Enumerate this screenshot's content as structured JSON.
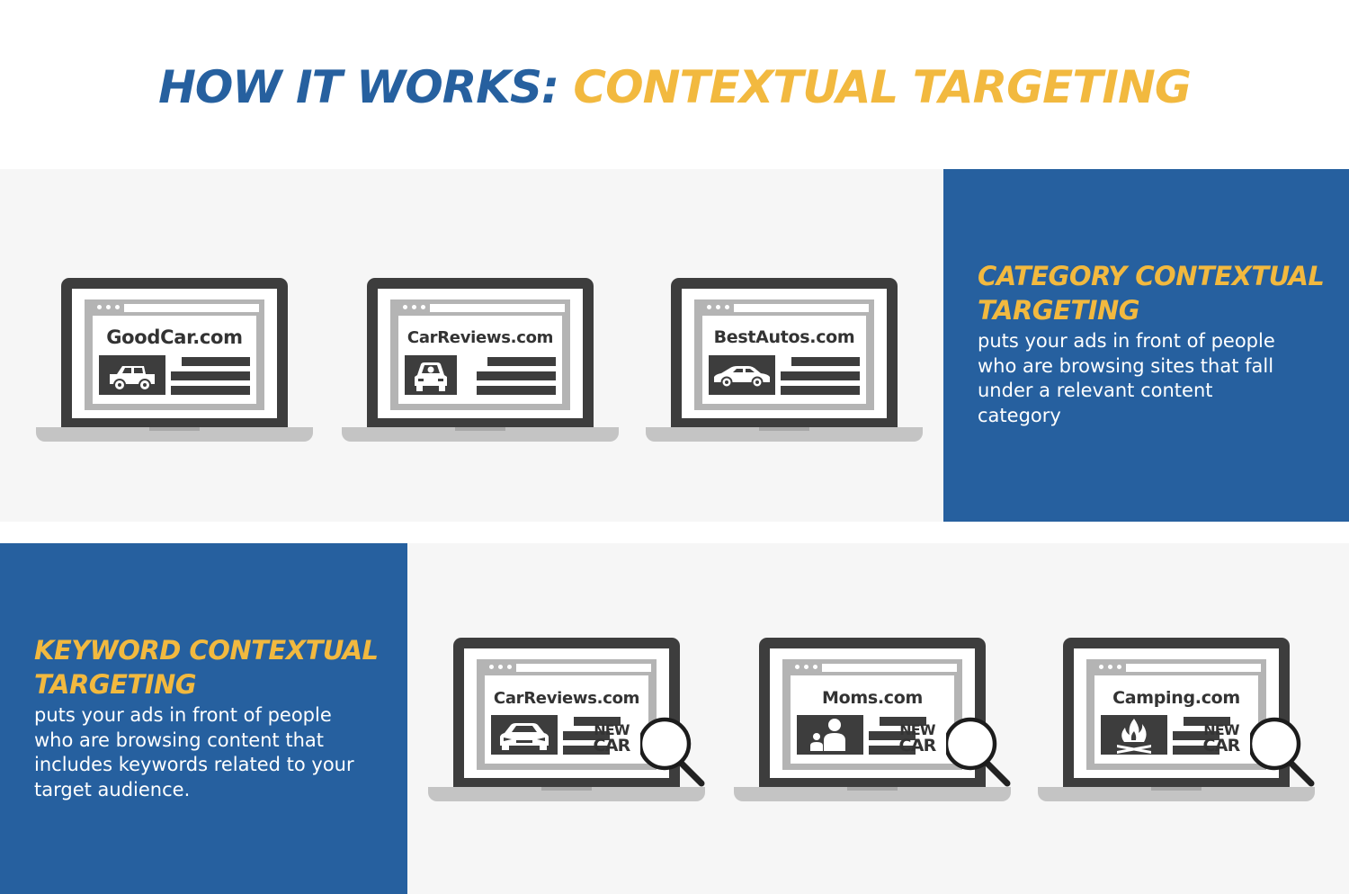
{
  "header": {
    "title_part1": "HOW IT WORKS: ",
    "title_part2": "CONTEXTUAL TARGETING"
  },
  "colors": {
    "brand_blue": "#26609f",
    "accent_gold": "#f2b93f",
    "device_dark": "#3d3d3d",
    "device_light": "#b4b4b4",
    "band_bg": "#f6f6f6"
  },
  "category_section": {
    "heading_line1": "CATEGORY CONTEXTUAL",
    "heading_line2": "TARGETING",
    "body_lines": [
      "puts your ads in front of people",
      "who are browsing sites that fall",
      "under a relevant content",
      "category"
    ],
    "laptops": [
      {
        "site": "GoodCar.com",
        "icon": "jeep-icon"
      },
      {
        "site": "CarReviews.com",
        "icon": "car-front-icon"
      },
      {
        "site": "BestAutos.com",
        "icon": "sedan-icon"
      }
    ]
  },
  "keyword_section": {
    "heading_line1": "KEYWORD CONTEXTUAL",
    "heading_line2": "TARGETING",
    "body_lines": [
      "puts your ads in front of people",
      "who are browsing content that",
      "includes keywords related to your",
      "target audience."
    ],
    "keyword_line1": "NEW",
    "keyword_line2": "CAR",
    "laptops": [
      {
        "site": "CarReviews.com",
        "icon": "sports-car-icon"
      },
      {
        "site": "Moms.com",
        "icon": "family-icon"
      },
      {
        "site": "Camping.com",
        "icon": "campfire-icon"
      }
    ]
  }
}
